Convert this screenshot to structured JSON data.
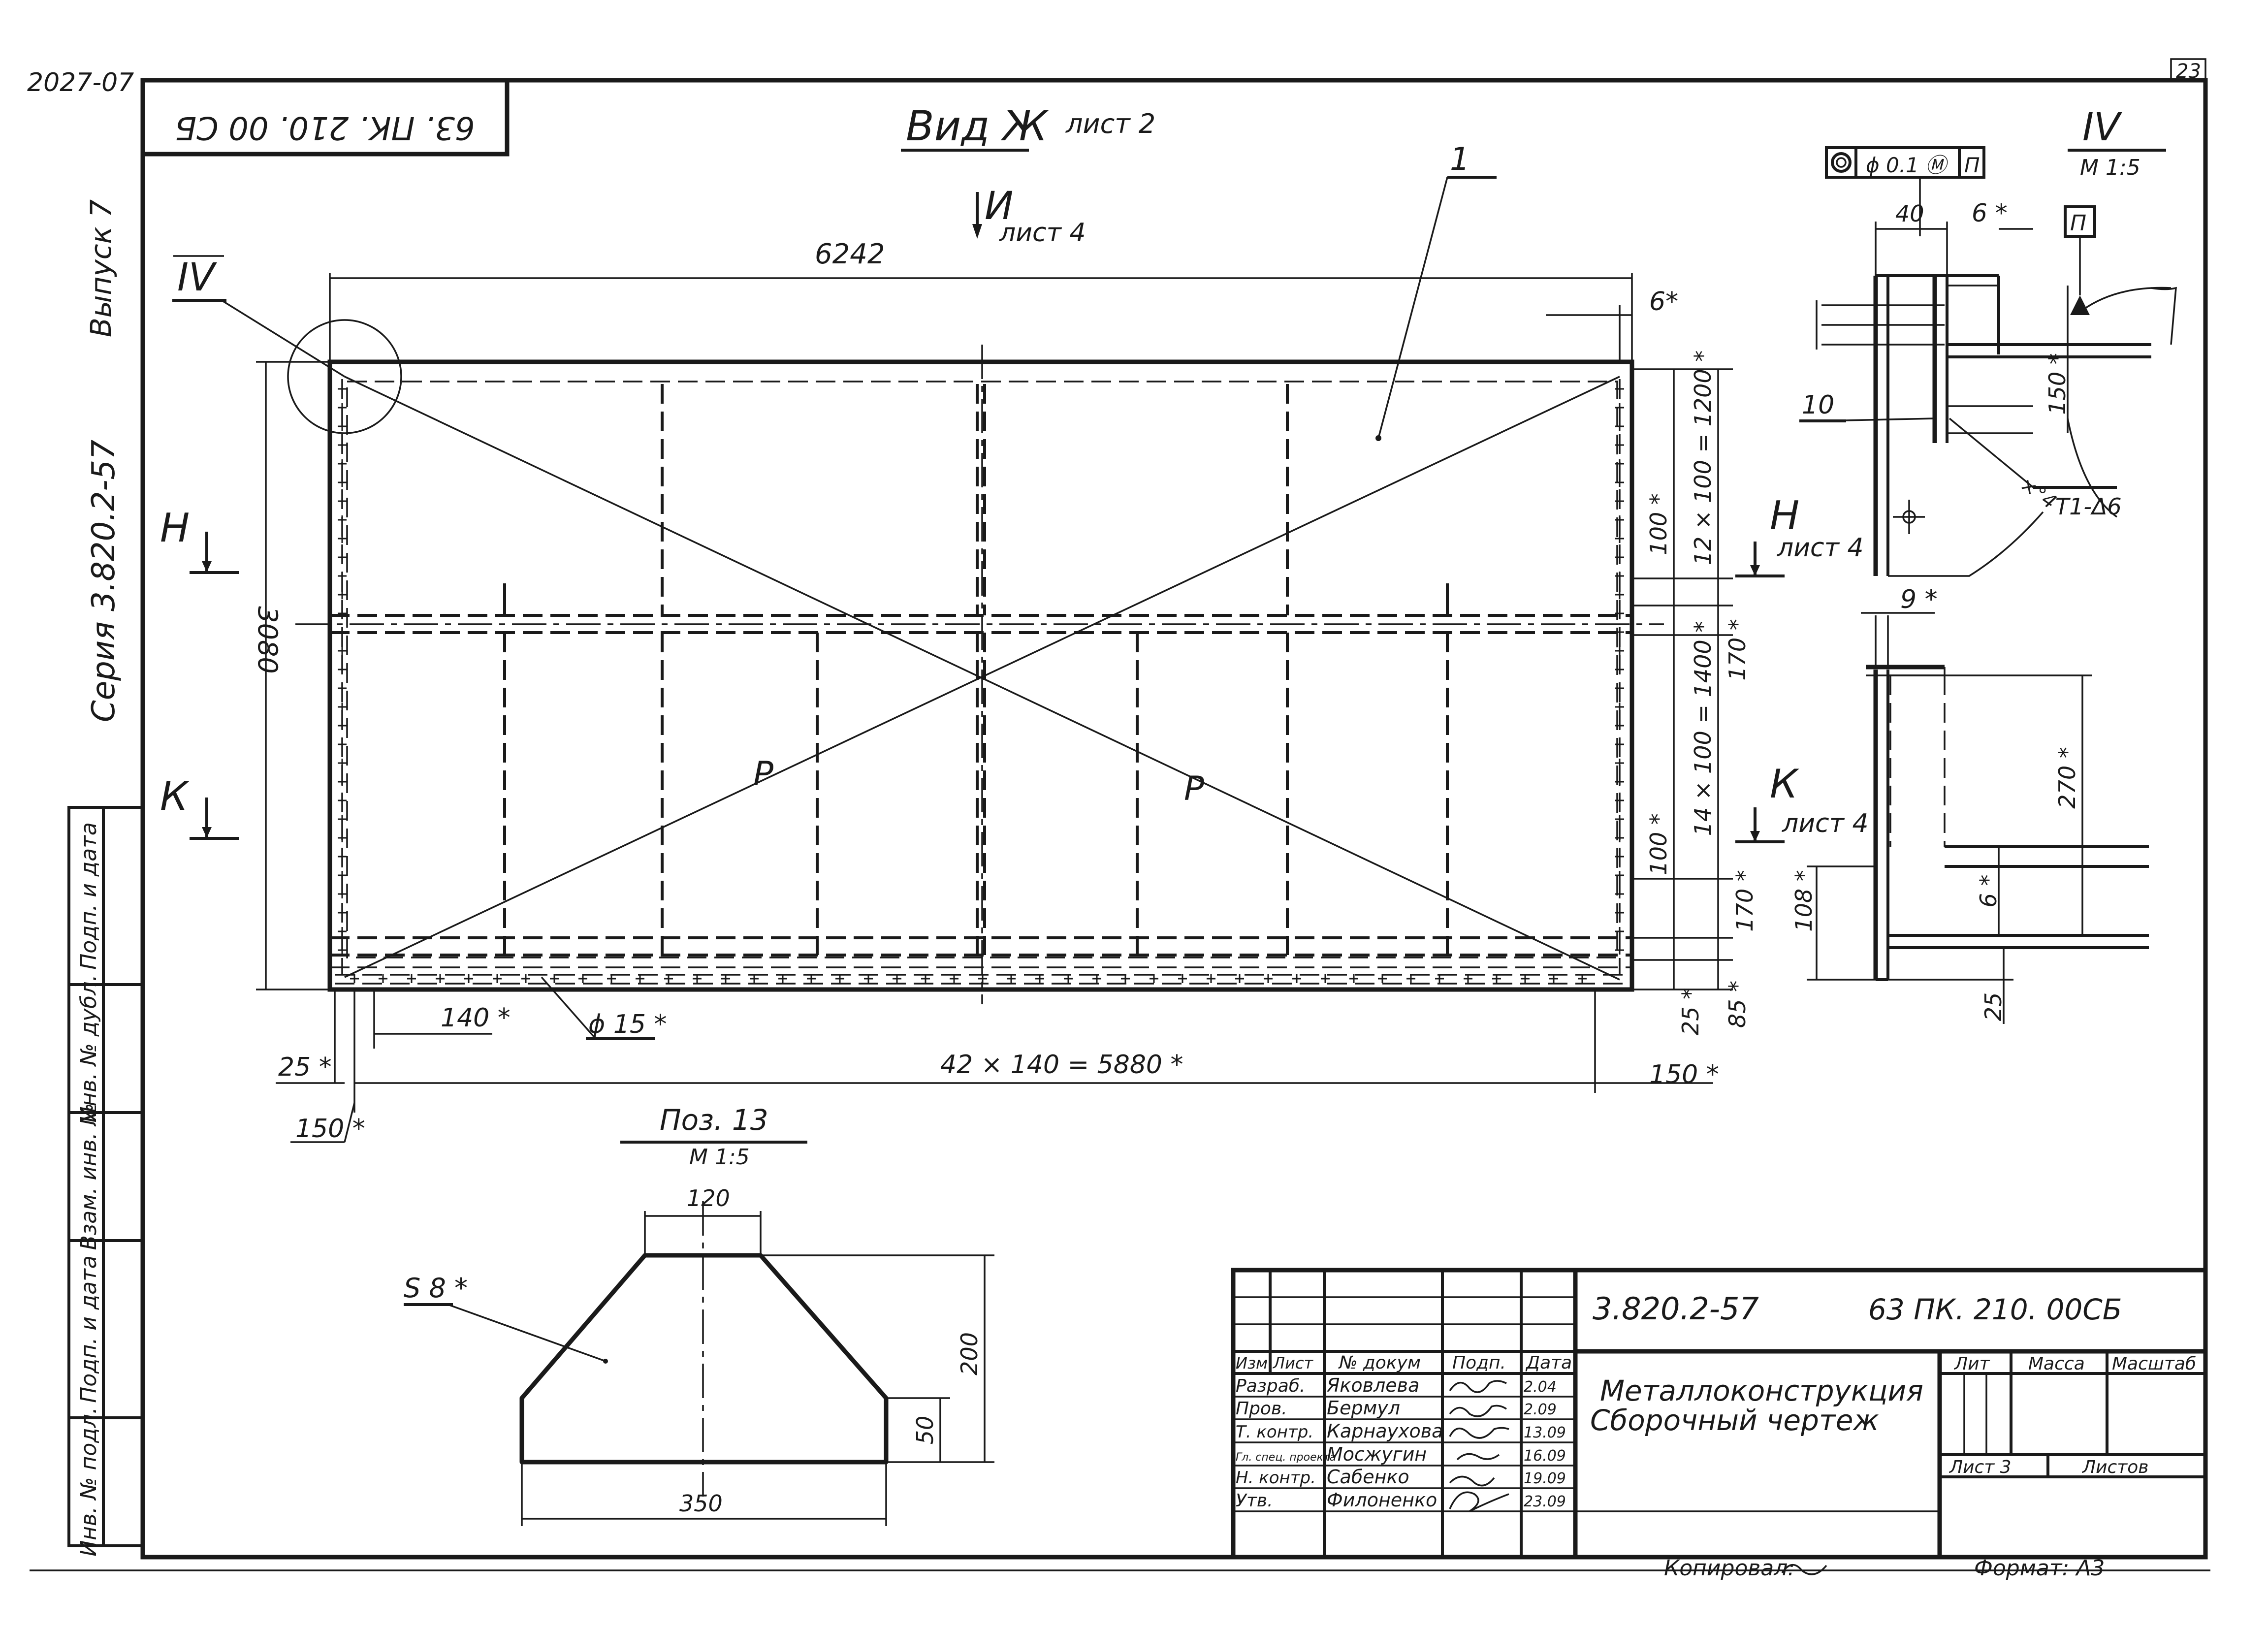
{
  "corner_code": "2027-07",
  "page_number": "23",
  "stamp_top": "63. ПК. 210. 00 СБ",
  "left_margin": {
    "vypusk": "Выпуск 7",
    "seriya": "Серия 3.820.2-57",
    "fields": [
      "Подп. и дата",
      "Инв. № дубл.",
      "Взам. инв. №",
      "Подп. и дата",
      "Инв. № подл."
    ]
  },
  "main_view": {
    "title": "Вид Ж",
    "title_sheet": "лист 2",
    "view_i": "И",
    "view_i_sheet": "лист 4",
    "detail_ref": "IV",
    "item_1": "1",
    "dim_width": "6242",
    "dim_6": "6*",
    "dim_height": "3080",
    "dim_12x100": "12 × 100 = 1200 *",
    "dim_100_top": "100 *",
    "dim_170_mid": "170 *",
    "dim_14x100": "14 × 100 = 1400 *",
    "dim_100_bot": "100 *",
    "dim_170_bot": "170 *",
    "dim_25_right": "25 *",
    "dim_85": "85 *",
    "dim_140": "140 *",
    "hole": "ϕ 15 *",
    "dim_25_left": "25 *",
    "dim_42x140": "42 × 140 = 5880 *",
    "dim_150_right": "150 *",
    "dim_150_left": "150 *",
    "p_label_1": "Р",
    "p_label_2": "Р",
    "section_h": "Н",
    "section_k": "К",
    "section_h_right": "Н",
    "section_h_sheet": "лист 4",
    "section_k_right": "К",
    "section_k_sheet": "лист 4"
  },
  "detail_iv": {
    "title": "IV",
    "scale": "М 1:5",
    "tolerance": "ϕ 0.1 Ⓜ",
    "tolerance_base": "П",
    "base_marker": "П",
    "dim_40": "40",
    "dim_6": "6 *",
    "dim_150": "150 *",
    "item_10": "10",
    "weld": "Т1-Δ6",
    "weld_count": "×°4"
  },
  "detail_section": {
    "dim_9": "9 *",
    "dim_270": "270 *",
    "dim_108": "108 *",
    "dim_6": "6 *",
    "dim_25": "25"
  },
  "poz13": {
    "title": "Поз. 13",
    "scale": "М 1:5",
    "dim_120": "120",
    "dim_200": "200",
    "dim_50": "50",
    "dim_350": "350",
    "thickness": "S 8 *"
  },
  "title_block": {
    "series": "3.820.2-57",
    "code": "63 ПК. 210. 00СБ",
    "name_1": "Металлоконструкция",
    "name_2": "Сборочный чертеж",
    "col_izm": "Изм",
    "col_list": "Лист",
    "col_doc": "№ докум",
    "col_podp": "Подп.",
    "col_date": "Дата",
    "lit": "Лит",
    "massa": "Масса",
    "masshtab": "Масштаб",
    "list": "Лист 3",
    "listov": "Листов",
    "rows": [
      {
        "role": "Разраб.",
        "name": "Яковлева",
        "date": "2.04"
      },
      {
        "role": "Пров.",
        "name": "Бермул",
        "date": "2.09"
      },
      {
        "role": "Т. контр.",
        "name": "Карнаухова",
        "date": "13.09"
      },
      {
        "role": "Гл. спец. проекта",
        "name": "Мосжугин",
        "date": "16.09"
      },
      {
        "role": "Н. контр.",
        "name": "Сабенко",
        "date": "19.09"
      },
      {
        "role": "Утв.",
        "name": "Филоненко",
        "date": "23.09"
      }
    ],
    "kopiroval": "Копировал:",
    "format": "Формат: А3"
  }
}
